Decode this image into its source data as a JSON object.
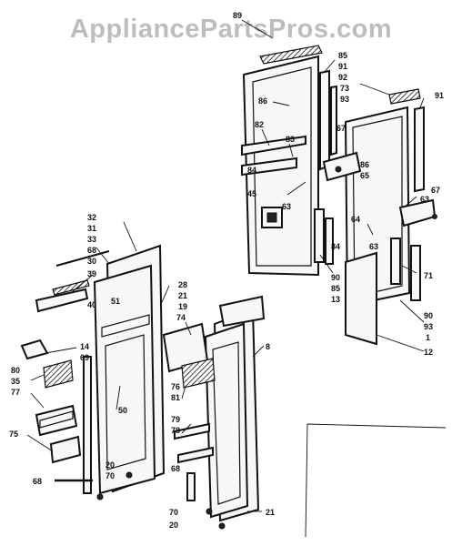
{
  "watermark": "AppliancePartsPros.com",
  "callouts": [
    {
      "id": "c89",
      "text": "89"
    },
    {
      "id": "c85a",
      "text": "85"
    },
    {
      "id": "c91a",
      "text": "91"
    },
    {
      "id": "c92",
      "text": "92"
    },
    {
      "id": "c73",
      "text": "73"
    },
    {
      "id": "c93a",
      "text": "93"
    },
    {
      "id": "c91b",
      "text": "91"
    },
    {
      "id": "c86a",
      "text": "86"
    },
    {
      "id": "c82",
      "text": "82"
    },
    {
      "id": "c83",
      "text": "83"
    },
    {
      "id": "c67a",
      "text": "67"
    },
    {
      "id": "c86b",
      "text": "86"
    },
    {
      "id": "c65",
      "text": "65"
    },
    {
      "id": "c84a",
      "text": "84"
    },
    {
      "id": "c63a",
      "text": "63"
    },
    {
      "id": "c45",
      "text": "45"
    },
    {
      "id": "c63b",
      "text": "63"
    },
    {
      "id": "c67b",
      "text": "67"
    },
    {
      "id": "c64",
      "text": "64"
    },
    {
      "id": "c63c",
      "text": "63"
    },
    {
      "id": "c84b",
      "text": "84"
    },
    {
      "id": "c71",
      "text": "71"
    },
    {
      "id": "c90a",
      "text": "90"
    },
    {
      "id": "c85b",
      "text": "85"
    },
    {
      "id": "c13",
      "text": "13"
    },
    {
      "id": "c90b",
      "text": "90"
    },
    {
      "id": "c93b",
      "text": "93"
    },
    {
      "id": "c1",
      "text": "1"
    },
    {
      "id": "c12",
      "text": "12"
    },
    {
      "id": "c32",
      "text": "32"
    },
    {
      "id": "c31",
      "text": "31"
    },
    {
      "id": "c33",
      "text": "33"
    },
    {
      "id": "c68a",
      "text": "68"
    },
    {
      "id": "c30",
      "text": "30"
    },
    {
      "id": "c39",
      "text": "39"
    },
    {
      "id": "c40",
      "text": "40"
    },
    {
      "id": "c51",
      "text": "51"
    },
    {
      "id": "c28",
      "text": "28"
    },
    {
      "id": "c21a",
      "text": "21"
    },
    {
      "id": "c19",
      "text": "19"
    },
    {
      "id": "c74",
      "text": "74"
    },
    {
      "id": "c8",
      "text": "8"
    },
    {
      "id": "c14",
      "text": "14"
    },
    {
      "id": "c69",
      "text": "69"
    },
    {
      "id": "c80",
      "text": "80"
    },
    {
      "id": "c35",
      "text": "35"
    },
    {
      "id": "c77",
      "text": "77"
    },
    {
      "id": "c76",
      "text": "76"
    },
    {
      "id": "c81",
      "text": "81"
    },
    {
      "id": "c50",
      "text": "50"
    },
    {
      "id": "c79",
      "text": "79"
    },
    {
      "id": "c78",
      "text": "78"
    },
    {
      "id": "c75",
      "text": "75"
    },
    {
      "id": "c20a",
      "text": "20"
    },
    {
      "id": "c70a",
      "text": "70"
    },
    {
      "id": "c68b",
      "text": "68"
    },
    {
      "id": "c68c",
      "text": "68"
    },
    {
      "id": "c70b",
      "text": "70"
    },
    {
      "id": "c20b",
      "text": "20"
    },
    {
      "id": "c21b",
      "text": "21"
    }
  ]
}
